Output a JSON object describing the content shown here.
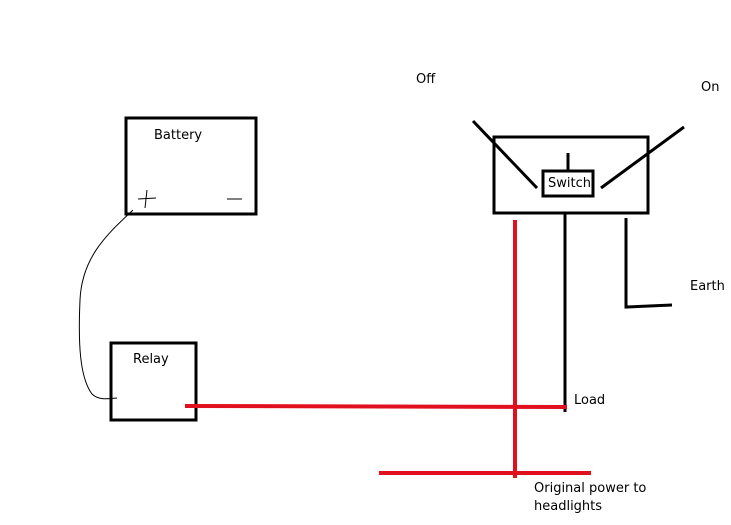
{
  "labels": {
    "battery": "Battery",
    "relay": "Relay",
    "off": "Off",
    "on": "On",
    "switch": "Switch",
    "earth": "Earth",
    "load": "Load",
    "original_power": "Original power to headlights"
  },
  "battery_terminals": {
    "positive": "+",
    "negative": "—"
  },
  "colors": {
    "wire_black": "#000000",
    "wire_red": "#e0101e",
    "background": "#ffffff"
  }
}
